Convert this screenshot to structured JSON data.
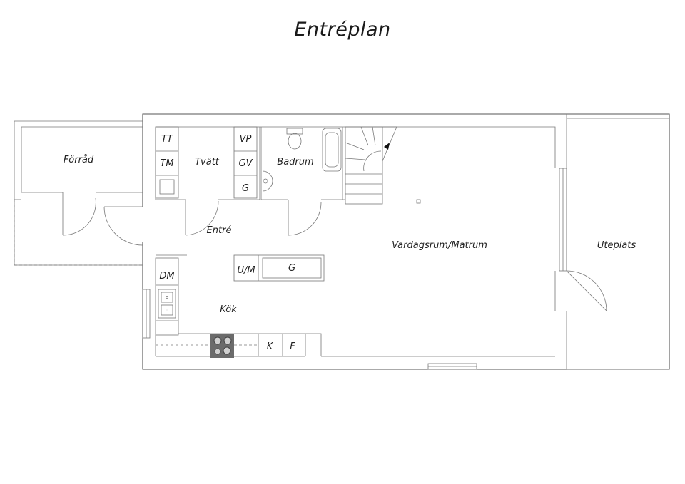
{
  "title": "Entréplan",
  "rooms": {
    "forrad": "Förråd",
    "tvatt": "Tvätt",
    "badrum": "Badrum",
    "entre": "Entré",
    "vardagsrum": "Vardagsrum/Matrum",
    "uteplats": "Uteplats",
    "kok": "Kök"
  },
  "fixtures": {
    "tt": "TT",
    "tm": "TM",
    "vp": "VP",
    "gv": "GV",
    "g_bath": "G",
    "dm": "DM",
    "um": "U/M",
    "g_kitchen": "G",
    "k": "K",
    "f": "F"
  }
}
